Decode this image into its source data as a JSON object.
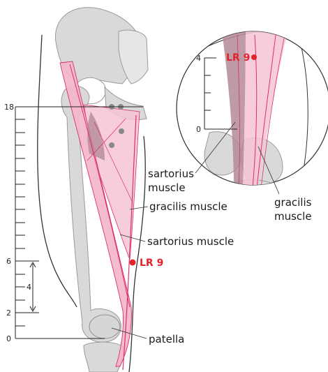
{
  "scale_main": {
    "top_label": "18",
    "upper_label": "6",
    "middle_label": "4",
    "lower_label": "2",
    "zero_label": "0"
  },
  "scale_inset": {
    "top_label": "4",
    "zero_label": "0"
  },
  "acupoint": {
    "name": "LR 9",
    "color": "#e1242a"
  },
  "labels": {
    "gracilis": "gracilis muscle",
    "sartorius": "sartorius muscle",
    "patella": "patella",
    "inset_sartorius_line1": "sartorius",
    "inset_sartorius_line2": "muscle",
    "inset_gracilis_line1": "gracilis",
    "inset_gracilis_line2": "muscle"
  },
  "colors": {
    "muscle_fill": "#f6c3d6",
    "muscle_dark": "#b48a98",
    "muscle_line": "#d9306a",
    "bone": "#d9d9d9",
    "bone_stroke": "#9a9a9a"
  }
}
